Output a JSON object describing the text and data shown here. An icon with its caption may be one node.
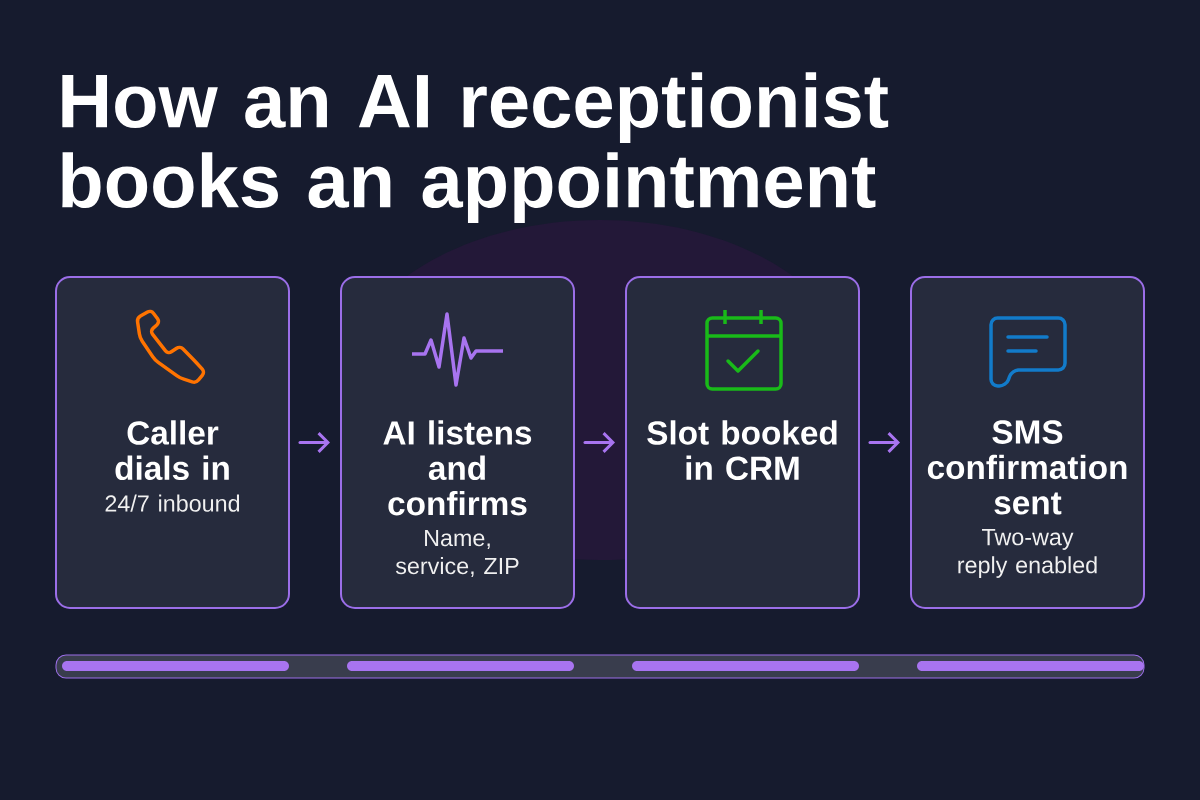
{
  "diagram": {
    "title": "How an AI receptionist books an appointment",
    "nodes": [
      {
        "text": [
          "Caller dials in",
          "24/7 inbound"
        ]
      },
      {
        "text": [
          "AI listens and confirms",
          "Name, service, ZIP"
        ]
      },
      {
        "text": [
          "Slot booked in CRM"
        ]
      },
      {
        "text": [
          "SMS confirmation sent",
          "Two-way reply enabled"
        ]
      }
    ],
    "edges": [
      {
        "from": 0,
        "to": 1,
        "arrow": "to"
      },
      {
        "from": 1,
        "to": 2,
        "arrow": "to"
      },
      {
        "from": 2,
        "to": 3,
        "arrow": "to"
      }
    ]
  }
}
